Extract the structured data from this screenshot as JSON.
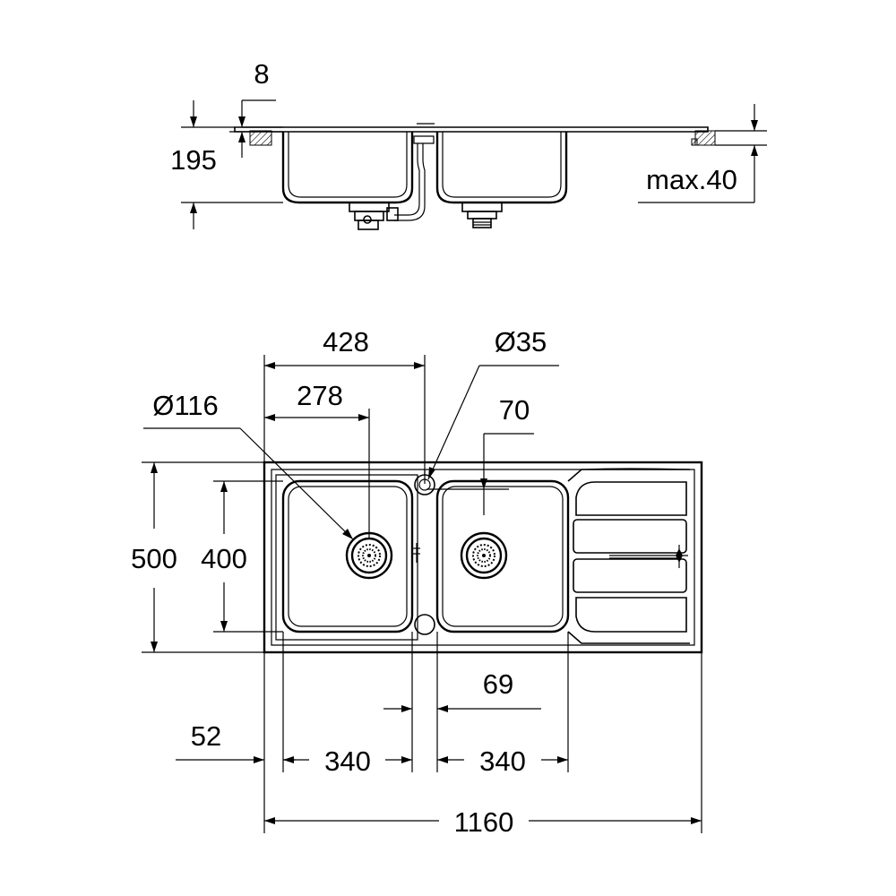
{
  "dimensions": {
    "top_thickness": "8",
    "bowl_depth": "195",
    "max_counter": "max.40",
    "width_428": "428",
    "tap_hole": "Ø35",
    "width_278": "278",
    "waste": "Ø116",
    "offset_70": "70",
    "depth_500": "500",
    "bowl_400": "400",
    "gap_69": "69",
    "edge_52": "52",
    "bowl_left": "340",
    "bowl_right": "340",
    "total_1160": "1160"
  }
}
